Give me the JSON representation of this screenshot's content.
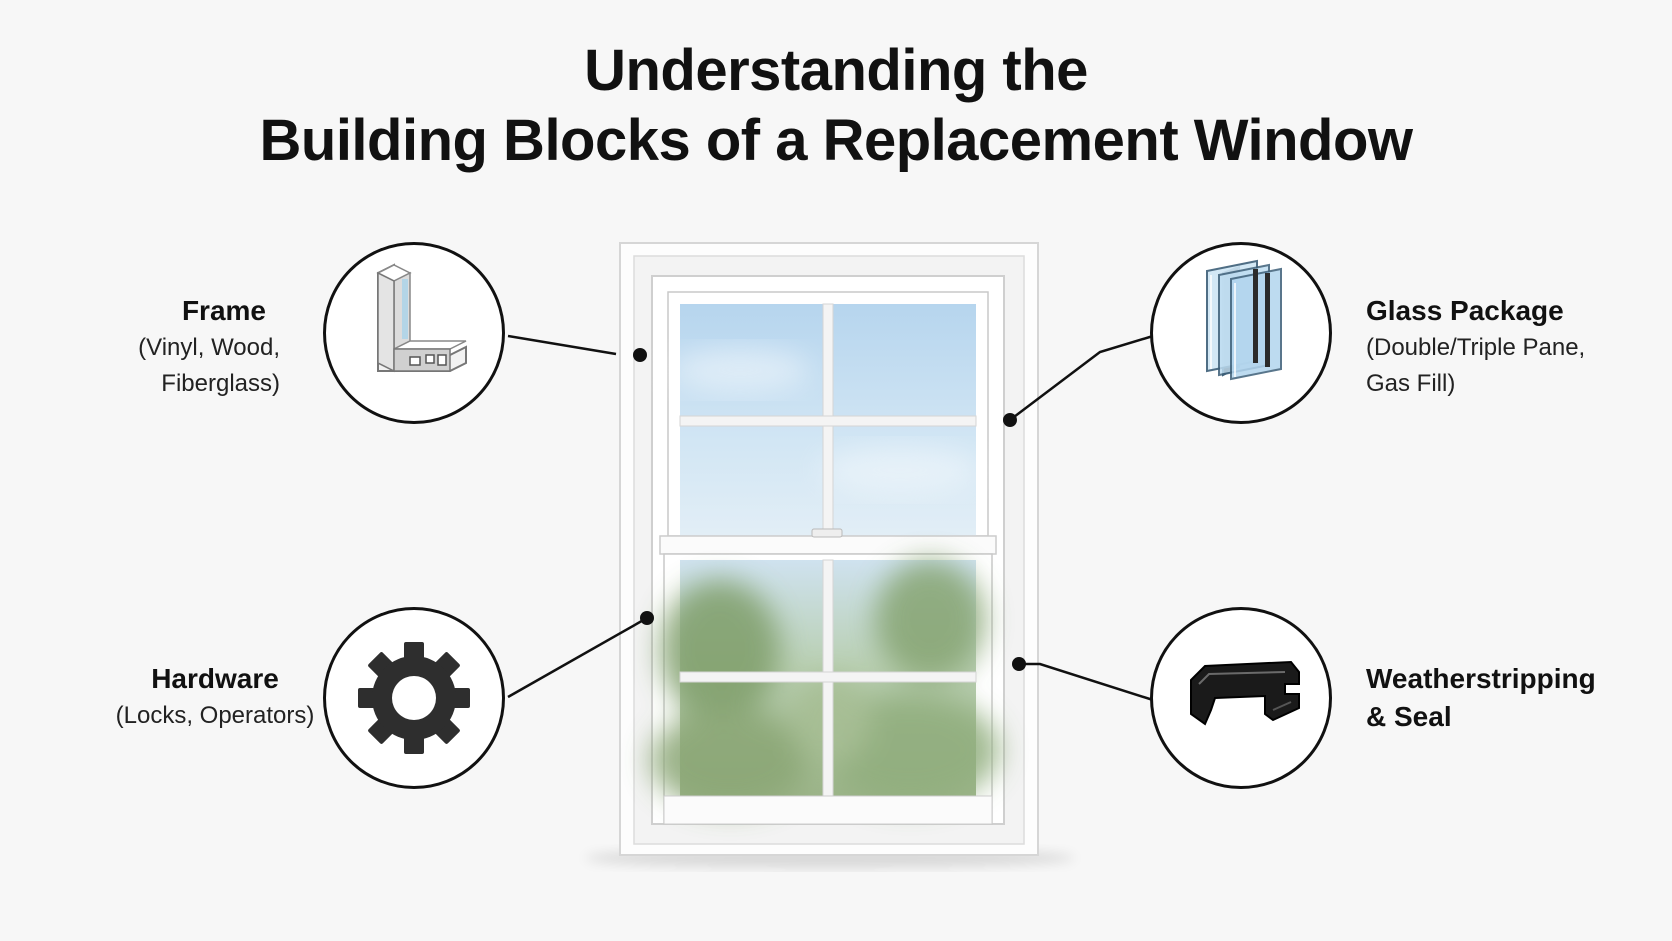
{
  "title": {
    "line1": "Understanding the",
    "line2": "Building Blocks of a Replacement Window"
  },
  "components": {
    "frame": {
      "heading": "Frame",
      "detail_line1": "(Vinyl, Wood,",
      "detail_line2": "Fiberglass)",
      "icon": "frame-profile-icon"
    },
    "glass": {
      "heading": "Glass Package",
      "detail_line1": "(Double/Triple Pane,",
      "detail_line2": "Gas Fill)",
      "icon": "glass-panes-icon"
    },
    "hardware": {
      "heading": "Hardware",
      "detail_line1": "(Locks, Operators)",
      "icon": "gear-icon"
    },
    "weatherstripping": {
      "heading_line1": "Weatherstripping",
      "heading_line2": "& Seal",
      "icon": "weatherstrip-seal-icon"
    }
  },
  "colors": {
    "background": "#f7f7f7",
    "text": "#111111",
    "window_frame": "#ffffff",
    "sky": "#bcd9ef",
    "foliage": "#8fae7c"
  }
}
